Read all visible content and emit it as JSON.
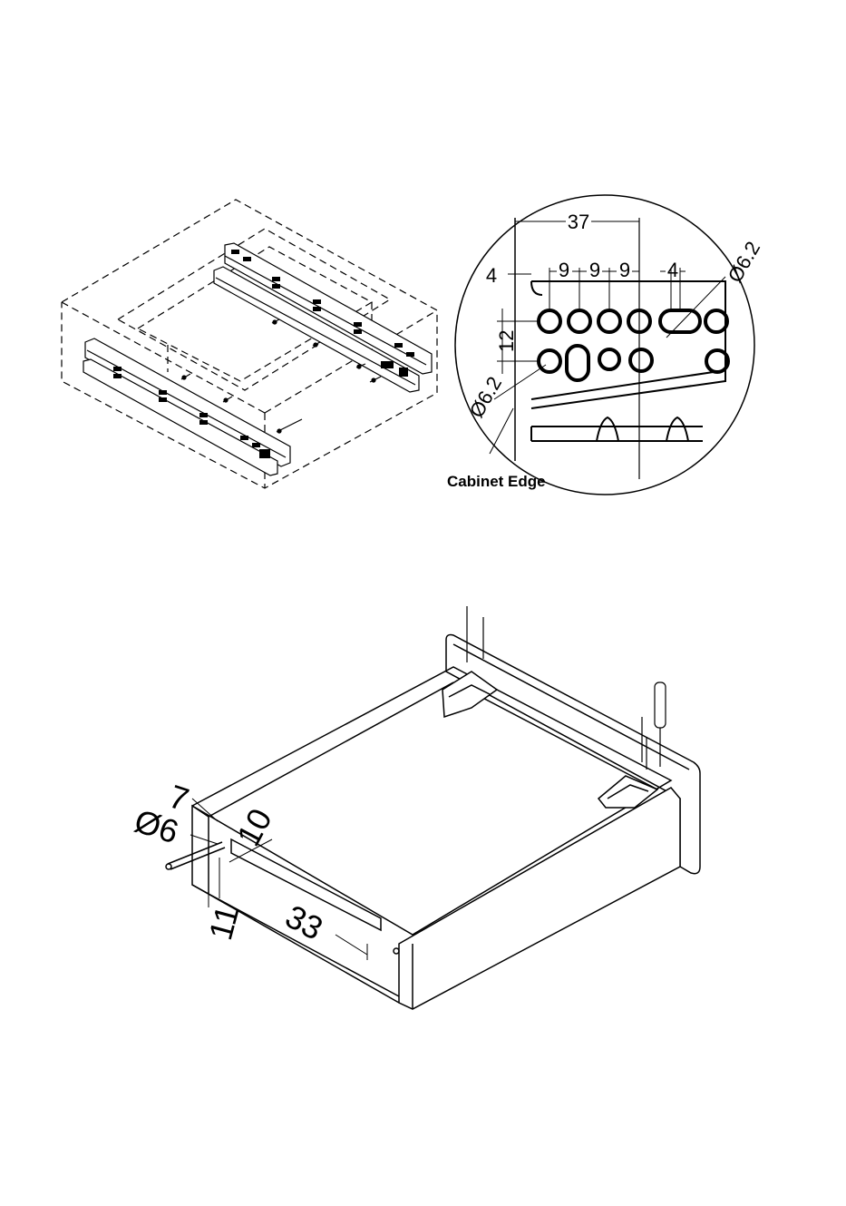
{
  "top_detail": {
    "dims": {
      "d37": "37",
      "d4_left": "4",
      "d9_a": "9",
      "d9_b": "9",
      "d9_c": "9",
      "d4_right": "4",
      "d12": "12",
      "diam_left": "Ø6.2",
      "diam_right": "Ø6.2"
    },
    "cabinet_edge_label": "Cabinet Edge"
  },
  "bottom_drawer": {
    "dims": {
      "d7": "7",
      "diam6": "Ø6",
      "d10": "10",
      "d11": "11",
      "d33": "33"
    }
  }
}
